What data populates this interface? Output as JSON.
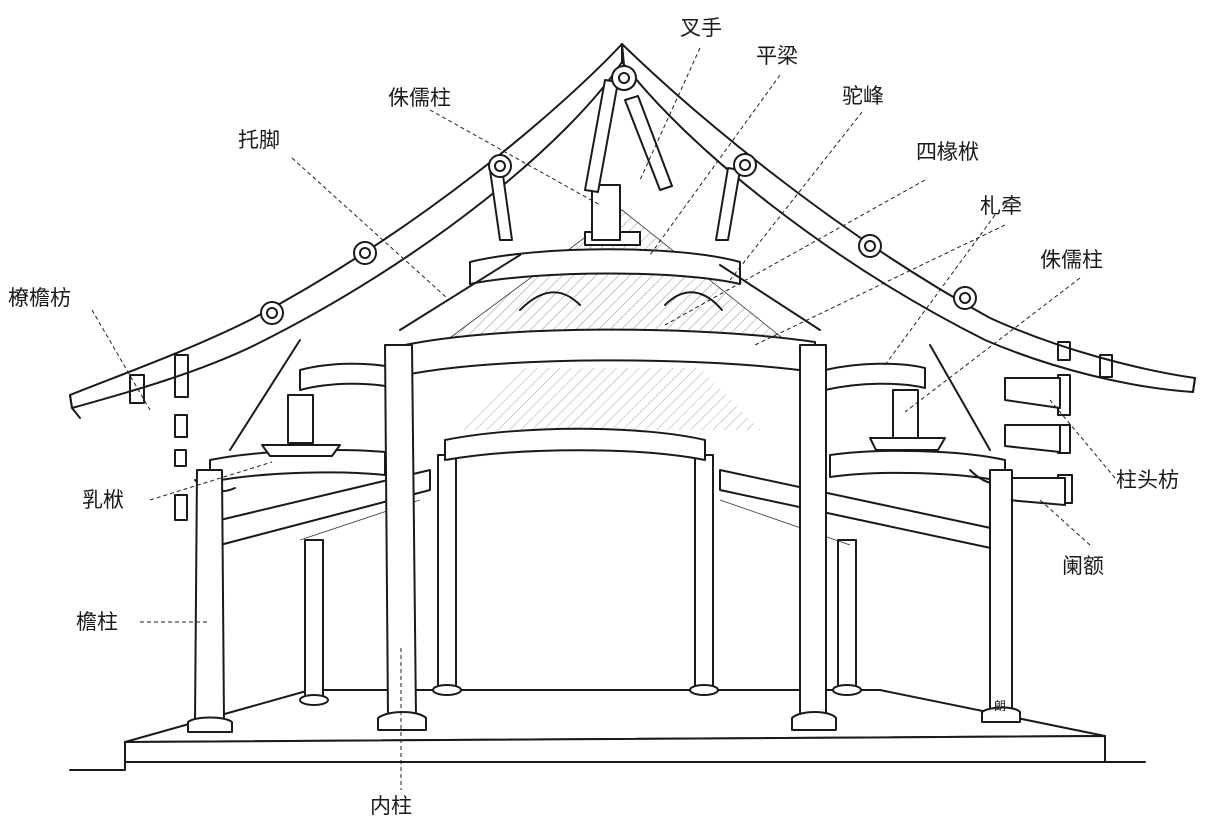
{
  "labels": {
    "chashou": "叉手",
    "pingliang": "平梁",
    "zhuruzhu_top": "侏儒柱",
    "tuofeng": "驼峰",
    "tuojiao": "托脚",
    "siyuanfu": "四椽栿",
    "zhaqian": "札牵",
    "zhuruzhu_right": "侏儒柱",
    "liaoyanfang": "橑檐枋",
    "rufu": "乳栿",
    "zhutoufang": "柱头枋",
    "lan_e": "阑额",
    "yanzhu": "檐柱",
    "neizhu": "内柱"
  },
  "artist_mark": "朗"
}
